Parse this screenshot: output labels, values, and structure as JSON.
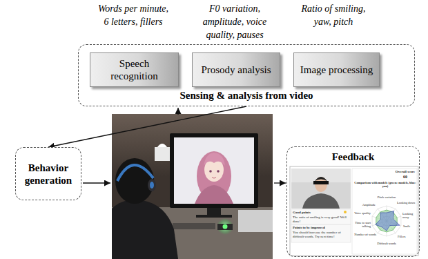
{
  "diagram": {
    "nodes": [
      {
        "text": [
          "Sensing & analysis from video"
        ]
      },
      {
        "text": [
          "Speech recognition"
        ],
        "in": 0
      },
      {
        "text": [
          "Prosody analysis"
        ],
        "in": 0
      },
      {
        "text": [
          "Image processing"
        ],
        "in": 0
      },
      {
        "text": [
          "Behavior generation"
        ]
      },
      {
        "text": [
          "Feedback"
        ]
      }
    ],
    "edges": [
      {
        "from": 0,
        "to": 4,
        "arrow": "to"
      }
    ],
    "labels": [
      "Words per minute, 6 letters, fillers",
      "F0 variation, amplitude, voice quality, pauses",
      "Ratio of smiling, yaw, pitch",
      "Overall score",
      "60",
      "Comparison with models (green: models, blue: you)",
      "Pitch variation",
      "Looking down",
      "Looking away",
      "Smile",
      "Fillers",
      "Difficult words",
      "Number of words",
      "Time to start talking",
      "Voice quality",
      "Amplitude",
      "Good points",
      "The ratio of smiling is very good! Well done!",
      "Points to be improved",
      "You should increase the number of difficult words. Try next time!"
    ]
  }
}
